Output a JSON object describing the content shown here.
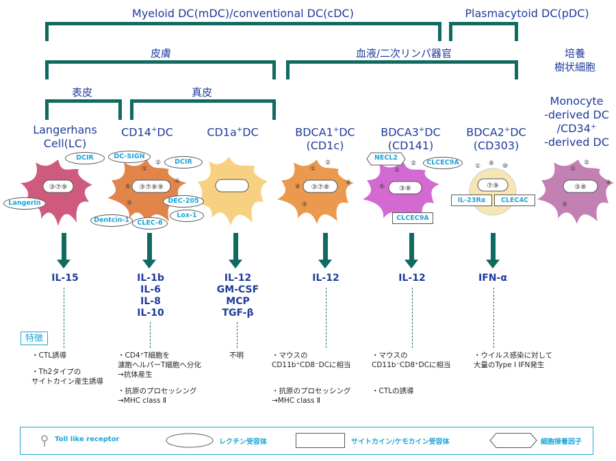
{
  "groups": {
    "myeloid": "Myeloid DC(mDC)/conventional DC(cDC)",
    "plasmacytoid": "Plasmacytoid DC(pDC)",
    "skin": "皮膚",
    "blood": "血液/二次リンパ器官",
    "cultured": [
      "培養",
      "樹状細胞"
    ],
    "epidermis": "表皮",
    "dermis": "真皮"
  },
  "cells": [
    {
      "title_lines": [
        "Langerhans",
        "Cell(LC)"
      ],
      "color": "#c9486f",
      "tlrs_inner": [
        "③",
        "⑦",
        "⑨"
      ],
      "tlrs_outer": [],
      "lectins": [
        "DCIR",
        "Langerin"
      ],
      "cytokines": [
        "IL-15"
      ],
      "features": [
        [
          "・CTL誘導"
        ],
        [
          "・Th2タイプの",
          "サイトカイン産生誘導"
        ]
      ]
    },
    {
      "title_main": "CD14",
      "title_sup": "+",
      "title_rest": "DC",
      "color": "#e07b3c",
      "tlrs_inner": [
        "③",
        "⑦",
        "⑧",
        "⑨"
      ],
      "tlrs_outer": [
        "①",
        "②",
        "④",
        "⑤",
        "⑥"
      ],
      "lectins": [
        "DC-SIGN",
        "DCIR",
        "DEC-205",
        "Lox-1",
        "CLEC-6",
        "Dentcin-1"
      ],
      "cytokines": [
        "IL-1b",
        "IL-6",
        "IL-8",
        "IL-10"
      ],
      "features": [
        [
          "・CD4⁺T細胞を",
          "濾胞ヘルパーT細胞へ分化",
          "→抗体産生"
        ],
        [
          "・抗原のプロセッシング",
          "→MHC class Ⅱ"
        ]
      ]
    },
    {
      "title_main": "CD1a",
      "title_sup": "+",
      "title_rest": "DC",
      "color": "#f7cf7a",
      "tlrs_inner": [],
      "tlrs_outer": [],
      "lectins": [],
      "cytokines": [
        "IL-12",
        "GM-CSF",
        "MCP",
        "TGF-β"
      ],
      "features": [
        [
          "不明"
        ]
      ]
    },
    {
      "title_main": "BDCA1",
      "title_sup": "+",
      "title_rest": "DC",
      "title_line2": "(CD1c)",
      "color": "#e89040",
      "tlrs_inner": [
        "③",
        "⑦",
        "⑧"
      ],
      "tlrs_outer": [
        "①",
        "②",
        "④",
        "⑤",
        "⑥"
      ],
      "lectins": [],
      "cytokines": [
        "IL-12"
      ],
      "features": [
        [
          "・マウスの",
          "CD11b⁺CD8⁻DCに相当"
        ],
        [
          "・抗原のプロセッシング",
          "→MHC class Ⅱ"
        ]
      ]
    },
    {
      "title_main": "BDCA3",
      "title_sup": "+",
      "title_rest": "DC",
      "title_line2": "(CD141)",
      "color": "#cc55cc",
      "tlrs_inner": [
        "③",
        "⑧"
      ],
      "tlrs_outer": [
        "①",
        "②",
        "⑥"
      ],
      "lectins": [
        "CLCEC9A"
      ],
      "cytokine_receptors": [
        "CLCEC9A"
      ],
      "adhesion": [
        "NECL2"
      ],
      "cytokines": [
        "IL-12"
      ],
      "features": [
        [
          "・マウスの",
          "CD11b⁻CD8⁺DCに相当"
        ],
        [
          "・CTLの誘導"
        ]
      ]
    },
    {
      "title_main": "BDCA2",
      "title_sup": "+",
      "title_rest": "DC",
      "title_line2": "(CD303)",
      "color": "#f6e6b4",
      "tlrs_inner": [
        "⑦",
        "⑨"
      ],
      "tlrs_outer": [
        "①",
        "⑥",
        "⑩"
      ],
      "cytokine_receptors": [
        "IL-23Rα",
        "CLEC4C"
      ],
      "cytokines": [
        "IFN-α"
      ],
      "features": [
        [
          "・ウイルス感染に対して",
          "大量のType Ⅰ IFN発生"
        ]
      ]
    },
    {
      "title_lines": [
        "Monocyte",
        "-derived DC",
        "/CD34⁺",
        "-derived DC"
      ],
      "color": "#b86aa6",
      "tlrs_inner": [
        "③",
        "⑧"
      ],
      "tlrs_outer": [
        "①",
        "②",
        "④",
        "⑤"
      ]
    }
  ],
  "feature_label": "特徴",
  "legend": {
    "tlr": "Toll like receptor",
    "lectin": "レクチン受容体",
    "cytokine": "サイトカイン/ケモカイン受容体",
    "adhesion": "細胞接着因子"
  },
  "colors": {
    "bracket": "#0f6a60",
    "title": "#1e3a9a",
    "accent": "#1fa3d6"
  }
}
